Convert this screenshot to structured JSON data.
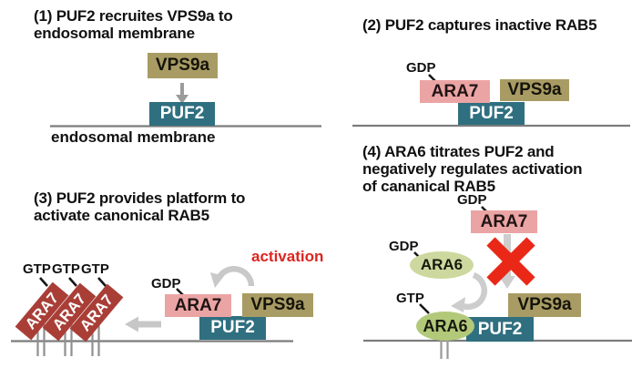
{
  "colors": {
    "teal": "#2f6f80",
    "olive": "#a89c64",
    "pink": "#eba4a4",
    "brick_red": "#a93e37",
    "green_light": "#ccd89e",
    "green_mid": "#b2c97a",
    "cross_red": "#ea2817",
    "activation_red": "#dd2420",
    "arrow_gray": "#c7c7c7",
    "membrane_gray": "#7c7c7c"
  },
  "panel1": {
    "title": "(1) PUF2 recruites VPS9a to\nendosomal membrane",
    "vps9a": "VPS9a",
    "puf2": "PUF2",
    "membrane_label": "endosomal membrane"
  },
  "panel2": {
    "title": "(2) PUF2 captures inactive RAB5",
    "gdp": "GDP",
    "ara7": "ARA7",
    "vps9a": "VPS9a",
    "puf2": "PUF2"
  },
  "panel3": {
    "title": "(3) PUF2 provides platform to\nactivate canonical RAB5",
    "gtp": [
      "GTP",
      "GTP",
      "GTP"
    ],
    "ara7_tilted": [
      "ARA7",
      "ARA7",
      "ARA7"
    ],
    "gdp": "GDP",
    "ara7": "ARA7",
    "vps9a": "VPS9a",
    "puf2": "PUF2",
    "activation": "activation"
  },
  "panel4": {
    "title": "(4) ARA6 titrates PUF2 and\nnegatively regulates activation\nof cananical RAB5",
    "gdp_top": "GDP",
    "ara7": "ARA7",
    "gdp_left": "GDP",
    "ara6_upper": "ARA6",
    "gtp": "GTP",
    "ara6_lower": "ARA6",
    "vps9a": "VPS9a",
    "puf2": "PUF2"
  }
}
